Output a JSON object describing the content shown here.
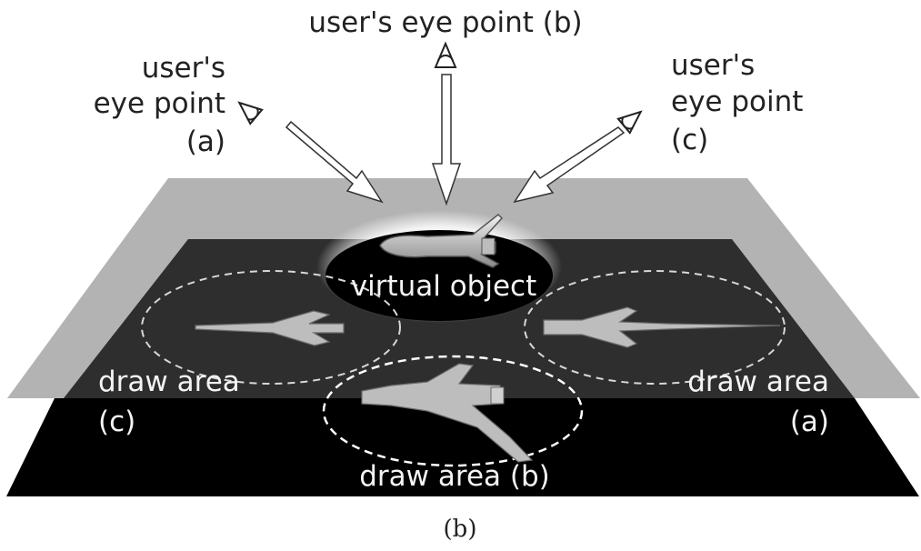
{
  "labels": {
    "eye_b": "user's eye point (b)",
    "eye_a_1": "user's",
    "eye_a_2": "eye point",
    "eye_a_3": "(a)",
    "eye_c_1": "user's",
    "eye_c_2": "eye point",
    "eye_c_3": "(c)",
    "virtual_object": "virtual object",
    "draw_c_1": "draw area",
    "draw_c_2": "(c)",
    "draw_a_1": "draw area",
    "draw_a_2": "(a)",
    "draw_b": "draw area (b)"
  },
  "caption": "(b)",
  "colors": {
    "gray_plane": "#b3b3b3",
    "dark_plane": "#2e2e2e",
    "black_plane": "#000000",
    "text_dark": "#222222",
    "text_light": "#f4f4f4"
  }
}
